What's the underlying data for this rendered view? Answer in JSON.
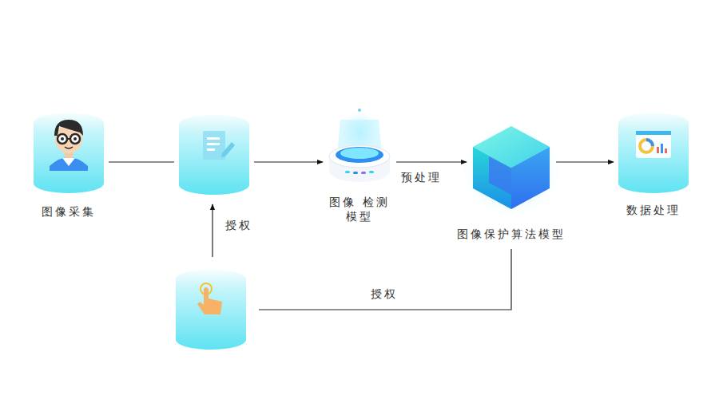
{
  "diagram": {
    "nodes": [
      {
        "text": [
          "图像采集"
        ]
      },
      {
        "text": []
      },
      {
        "text": [
          "图像 检测模型"
        ]
      },
      {
        "text": [
          "图像保护算法模型"
        ]
      },
      {
        "text": [
          "数据处理"
        ]
      },
      {
        "text": []
      }
    ],
    "edges": [
      {
        "from": 0,
        "to": 1,
        "arrow": "none"
      },
      {
        "from": 5,
        "to": 1,
        "arrow": "to",
        "label": "授权"
      },
      {
        "from": 1,
        "to": 2,
        "arrow": "to"
      },
      {
        "from": 2,
        "to": 3,
        "arrow": "to",
        "label": "预处理"
      },
      {
        "from": 3,
        "to": 4,
        "arrow": "to"
      },
      {
        "from": 5,
        "to": 3,
        "arrow": "none",
        "label": "授权"
      }
    ]
  }
}
